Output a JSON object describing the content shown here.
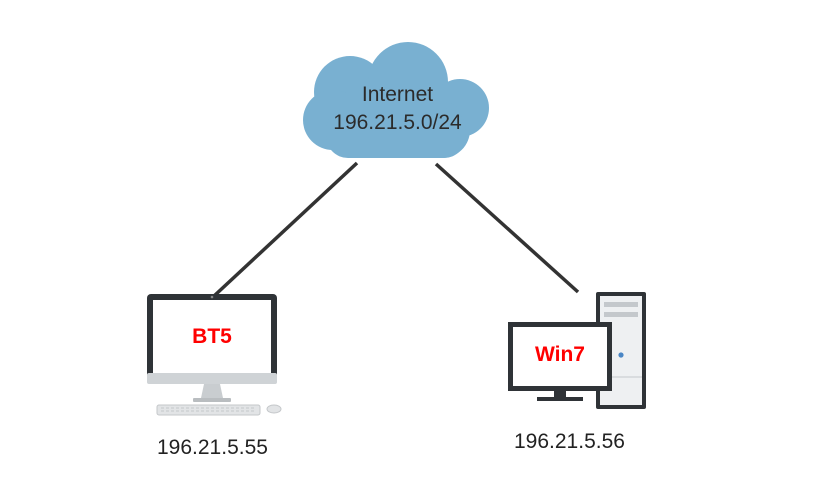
{
  "network": {
    "name": "Internet",
    "subnet": "196.21.5.0/24",
    "cloud_color": "#79b0d1"
  },
  "hosts": [
    {
      "label": "BT5",
      "ip": "196.21.5.55",
      "icon": "imac-desktop-icon",
      "label_color": "#ff0000"
    },
    {
      "label": "Win7",
      "ip": "196.21.5.56",
      "icon": "desktop-tower-pc-icon",
      "label_color": "#ff0000"
    }
  ],
  "links": [
    {
      "from": "Internet",
      "to": "BT5"
    },
    {
      "from": "Internet",
      "to": "Win7"
    }
  ]
}
